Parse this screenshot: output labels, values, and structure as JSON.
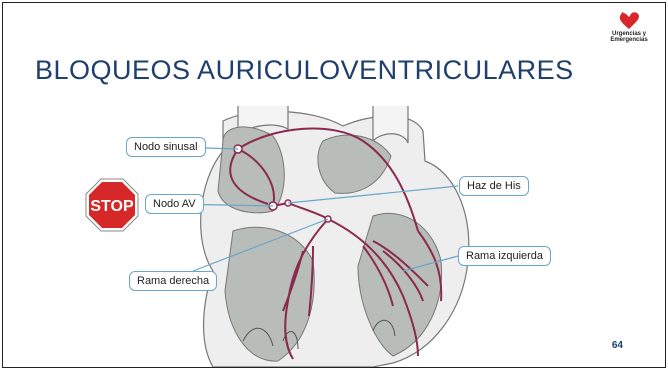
{
  "slide": {
    "title": "BLOQUEOS AURICULOVENTRICULARES",
    "page_number": "64",
    "logo": {
      "text": "Urgencias y\nEmergencias",
      "icon": "heart-logo-icon"
    },
    "stop_sign": {
      "label": "STOP",
      "icon": "stop-sign-icon",
      "color": "#d62828"
    },
    "labels": {
      "nodo_sinusal": "Nodo sinusal",
      "nodo_av": "Nodo AV",
      "haz_de_his": "Haz de His",
      "rama_izquierda": "Rama izquierda",
      "rama_derecha": "Rama derecha"
    },
    "colors": {
      "title": "#1f3f6e",
      "conduction_path": "#8b2a4e",
      "heart_fill": "#b8bdb9",
      "callout_border": "#6aa6c9"
    }
  }
}
